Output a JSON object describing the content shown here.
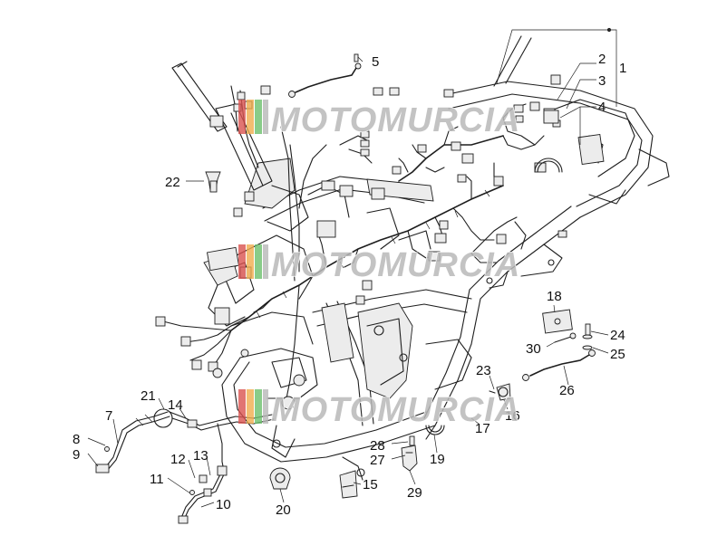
{
  "diagram": {
    "kind": "exploded parts view - frame and wiring harness",
    "part_labels": [
      "1",
      "2",
      "3",
      "4",
      "5",
      "7",
      "8",
      "9",
      "10",
      "11",
      "12",
      "13",
      "14",
      "15",
      "16",
      "17",
      "18",
      "19",
      "20",
      "21",
      "22",
      "23",
      "24",
      "25",
      "26",
      "27",
      "28",
      "29",
      "30"
    ],
    "watermark": {
      "text": "MOTOMURCIA",
      "stripe_colors": [
        "#d9534f",
        "#f0ad4e",
        "#6cbf6c",
        "#b8b8b8"
      ]
    }
  }
}
